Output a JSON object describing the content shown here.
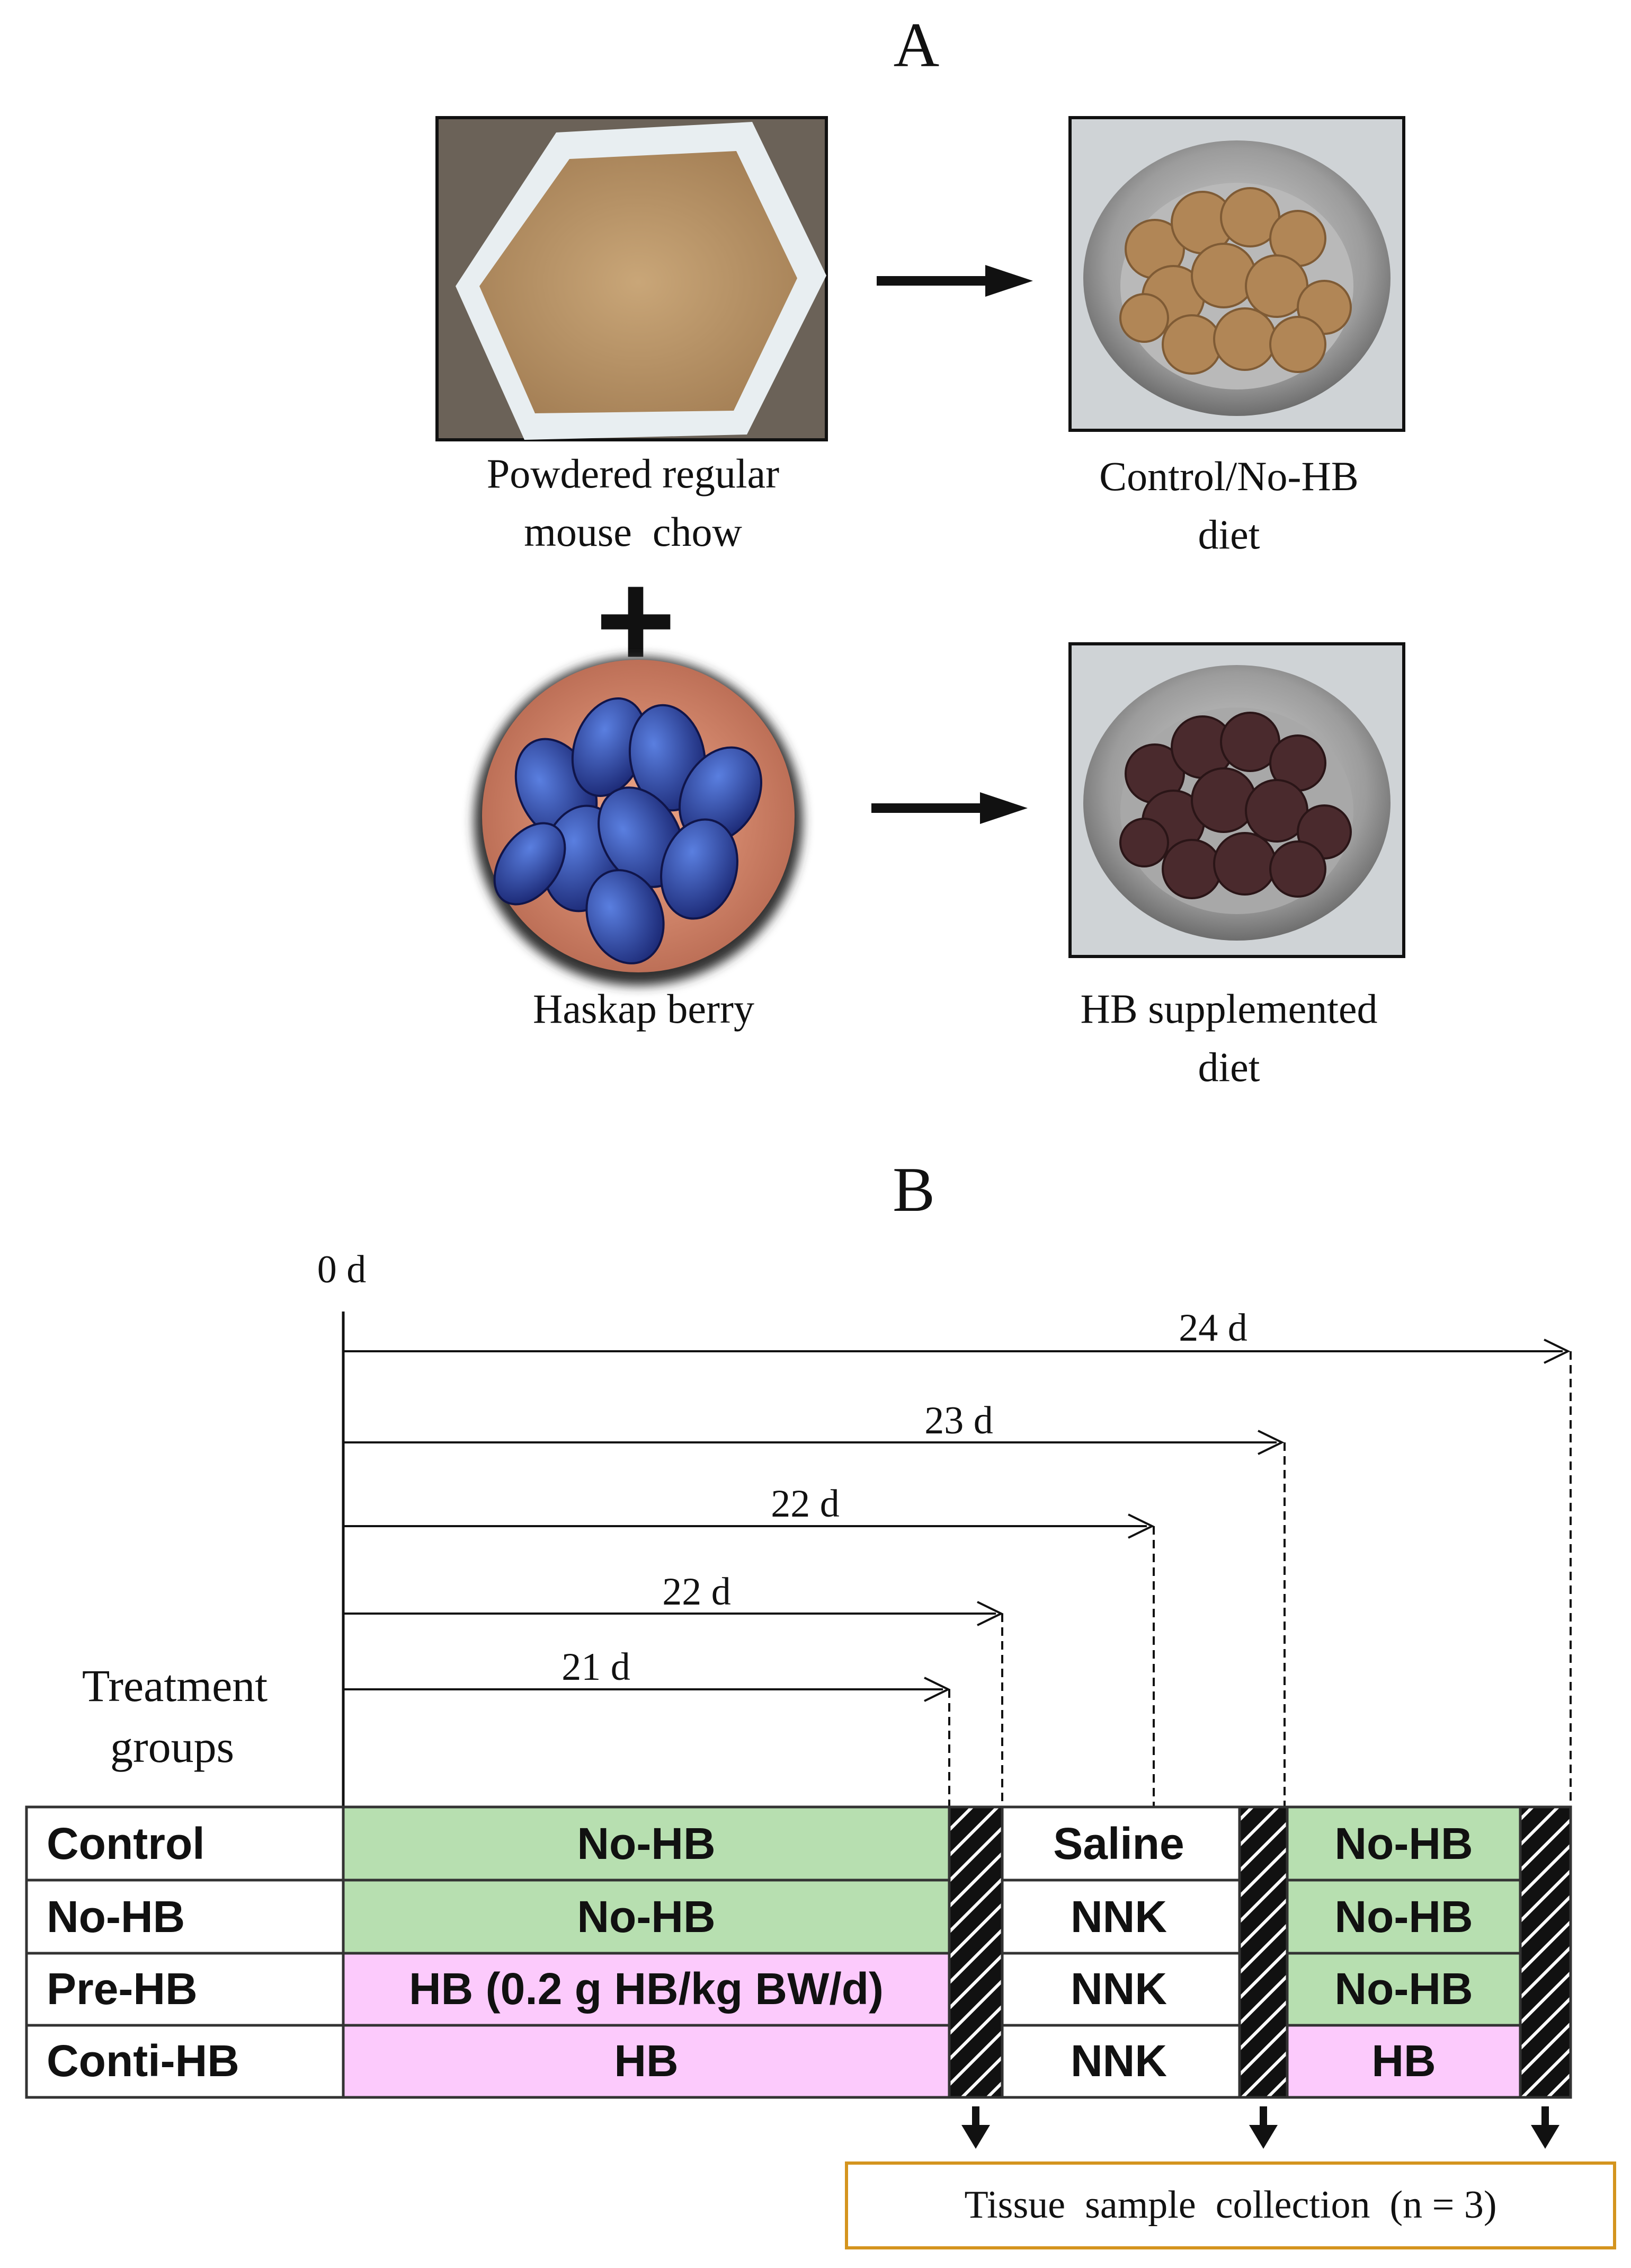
{
  "panel_a": {
    "label": "A",
    "chow_caption_1": "Powdered regular",
    "chow_caption_2": "mouse  chow",
    "control_caption_1": "Control/No-HB",
    "control_caption_2": "diet",
    "berry_caption": "Haskap berry",
    "hb_caption_1": "HB supplemented",
    "hb_caption_2": "diet",
    "plus": "+",
    "icons": [
      "powdered-chow-photo",
      "control-diet-photo",
      "haskap-berry-photo",
      "hb-diet-photo",
      "arrow-right-icon",
      "plus-icon"
    ]
  },
  "panel_b": {
    "label": "B",
    "start_label": "0 d",
    "durations": [
      {
        "label": "24 d",
        "days": 24
      },
      {
        "label": "23 d",
        "days": 23
      },
      {
        "label": "22 d",
        "days": 22
      },
      {
        "label": "22 d",
        "days": 22
      },
      {
        "label": "21 d",
        "days": 21
      }
    ],
    "treatment_label_1": "Treatment",
    "treatment_label_2": "groups",
    "rows": [
      {
        "group": "Control",
        "phase1": "No-HB",
        "phase2": "Saline",
        "phase3": "No-HB"
      },
      {
        "group": "No-HB",
        "phase1": "No-HB",
        "phase2": "NNK",
        "phase3": "No-HB"
      },
      {
        "group": "Pre-HB",
        "phase1": "HB (0.2 g HB/kg BW/d)",
        "phase2": "NNK",
        "phase3": "No-HB"
      },
      {
        "group": "Conti-HB",
        "phase1": "HB",
        "phase2": "NNK",
        "phase3": "HB"
      }
    ],
    "collection_label": "Tissue  sample  collection  (n = 3)",
    "colors": {
      "no_hb": "#b7dfb0",
      "hb": "#fccafc",
      "border": "#333333",
      "collection_box": "#d4941e"
    }
  }
}
